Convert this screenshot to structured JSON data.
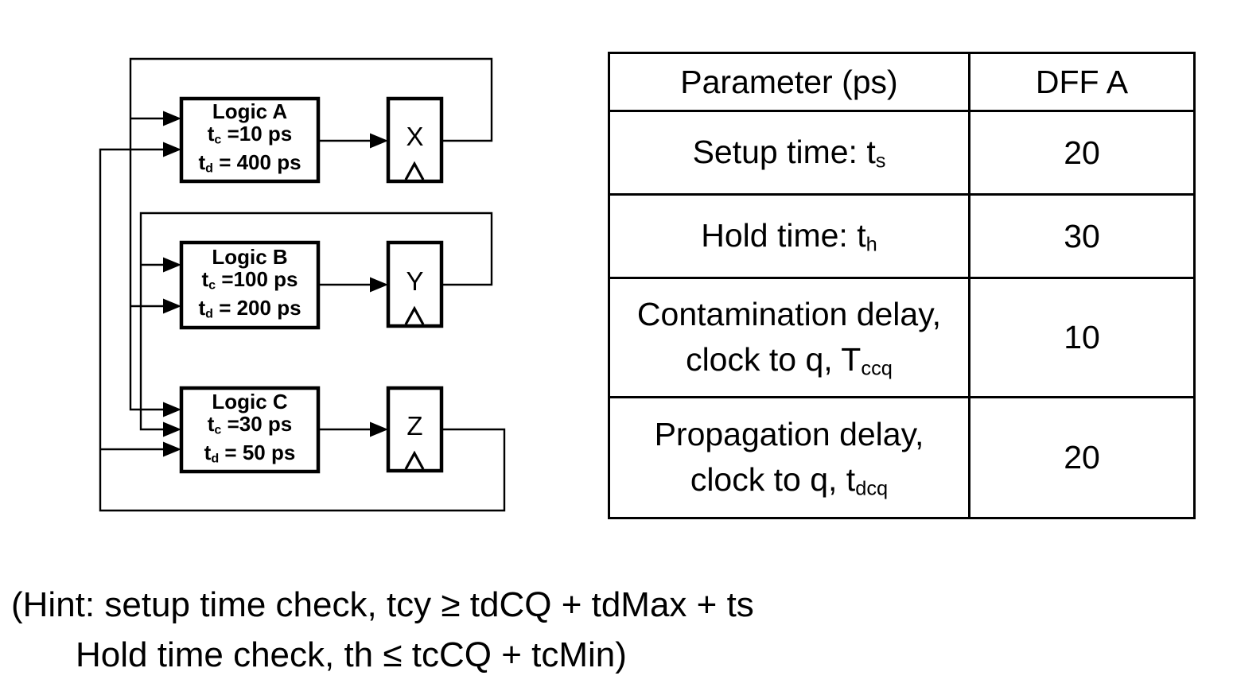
{
  "diagram": {
    "blocks": [
      {
        "title": "Logic A",
        "tc_pre": "t",
        "tc_sub": "c",
        "tc_post": " =10 ps",
        "td_pre": "t",
        "td_sub": "d",
        "td_post": " = 400 ps"
      },
      {
        "title": "Logic B",
        "tc_pre": "t",
        "tc_sub": "c",
        "tc_post": " =100 ps",
        "td_pre": "t",
        "td_sub": "d",
        "td_post": " = 200 ps"
      },
      {
        "title": "Logic C",
        "tc_pre": "t",
        "tc_sub": "c",
        "tc_post": " =30 ps",
        "td_pre": "t",
        "td_sub": "d",
        "td_post": " = 50 ps"
      }
    ],
    "flipflops": [
      {
        "label": "X"
      },
      {
        "label": "Y"
      },
      {
        "label": "Z"
      }
    ]
  },
  "table": {
    "headers": {
      "parameter": "Parameter (ps)",
      "device": "DFF A"
    },
    "rows": [
      {
        "line1_pre": "Setup time: t",
        "line1_sub": "s",
        "value": "20"
      },
      {
        "line1_pre": "Hold time: t",
        "line1_sub": "h",
        "value": "30"
      },
      {
        "line1_pre": "Contamination delay,",
        "line2_pre": "clock to q, T",
        "line2_sub": "ccq",
        "value": "10"
      },
      {
        "line1_pre": "Propagation delay,",
        "line2_pre": "clock to q, t",
        "line2_sub": "dcq",
        "value": "20"
      }
    ]
  },
  "hint": {
    "line1": "(Hint: setup time check, tcy ≥ tdCQ + tdMax + ts",
    "line2": "Hold time check, th ≤ tcCQ + tcMin)"
  },
  "colors": {
    "ink": "#000000",
    "background": "#ffffff"
  }
}
